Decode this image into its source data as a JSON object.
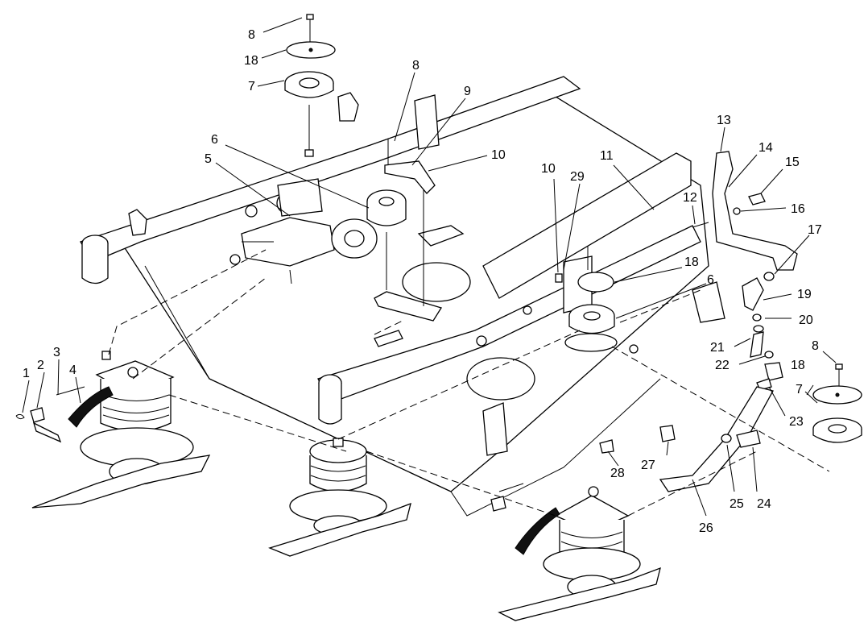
{
  "callouts": [
    {
      "id": "c1",
      "label": "1"
    },
    {
      "id": "c2",
      "label": "2"
    },
    {
      "id": "c3",
      "label": "3"
    },
    {
      "id": "c4",
      "label": "4"
    },
    {
      "id": "c5",
      "label": "5"
    },
    {
      "id": "c6a",
      "label": "6"
    },
    {
      "id": "c6b",
      "label": "6"
    },
    {
      "id": "c7a",
      "label": "7"
    },
    {
      "id": "c7b",
      "label": "7"
    },
    {
      "id": "c8a",
      "label": "8"
    },
    {
      "id": "c8b",
      "label": "8"
    },
    {
      "id": "c8c",
      "label": "8"
    },
    {
      "id": "c9",
      "label": "9"
    },
    {
      "id": "c10a",
      "label": "10"
    },
    {
      "id": "c10b",
      "label": "10"
    },
    {
      "id": "c11",
      "label": "11"
    },
    {
      "id": "c12",
      "label": "12"
    },
    {
      "id": "c13",
      "label": "13"
    },
    {
      "id": "c14",
      "label": "14"
    },
    {
      "id": "c15",
      "label": "15"
    },
    {
      "id": "c16",
      "label": "16"
    },
    {
      "id": "c17",
      "label": "17"
    },
    {
      "id": "c18a",
      "label": "18"
    },
    {
      "id": "c18b",
      "label": "18"
    },
    {
      "id": "c18c",
      "label": "18"
    },
    {
      "id": "c19",
      "label": "19"
    },
    {
      "id": "c20",
      "label": "20"
    },
    {
      "id": "c21",
      "label": "21"
    },
    {
      "id": "c22",
      "label": "22"
    },
    {
      "id": "c23",
      "label": "23"
    },
    {
      "id": "c24",
      "label": "24"
    },
    {
      "id": "c25",
      "label": "25"
    },
    {
      "id": "c26",
      "label": "26"
    },
    {
      "id": "c27",
      "label": "27"
    },
    {
      "id": "c28",
      "label": "28"
    },
    {
      "id": "c29",
      "label": "29"
    }
  ]
}
